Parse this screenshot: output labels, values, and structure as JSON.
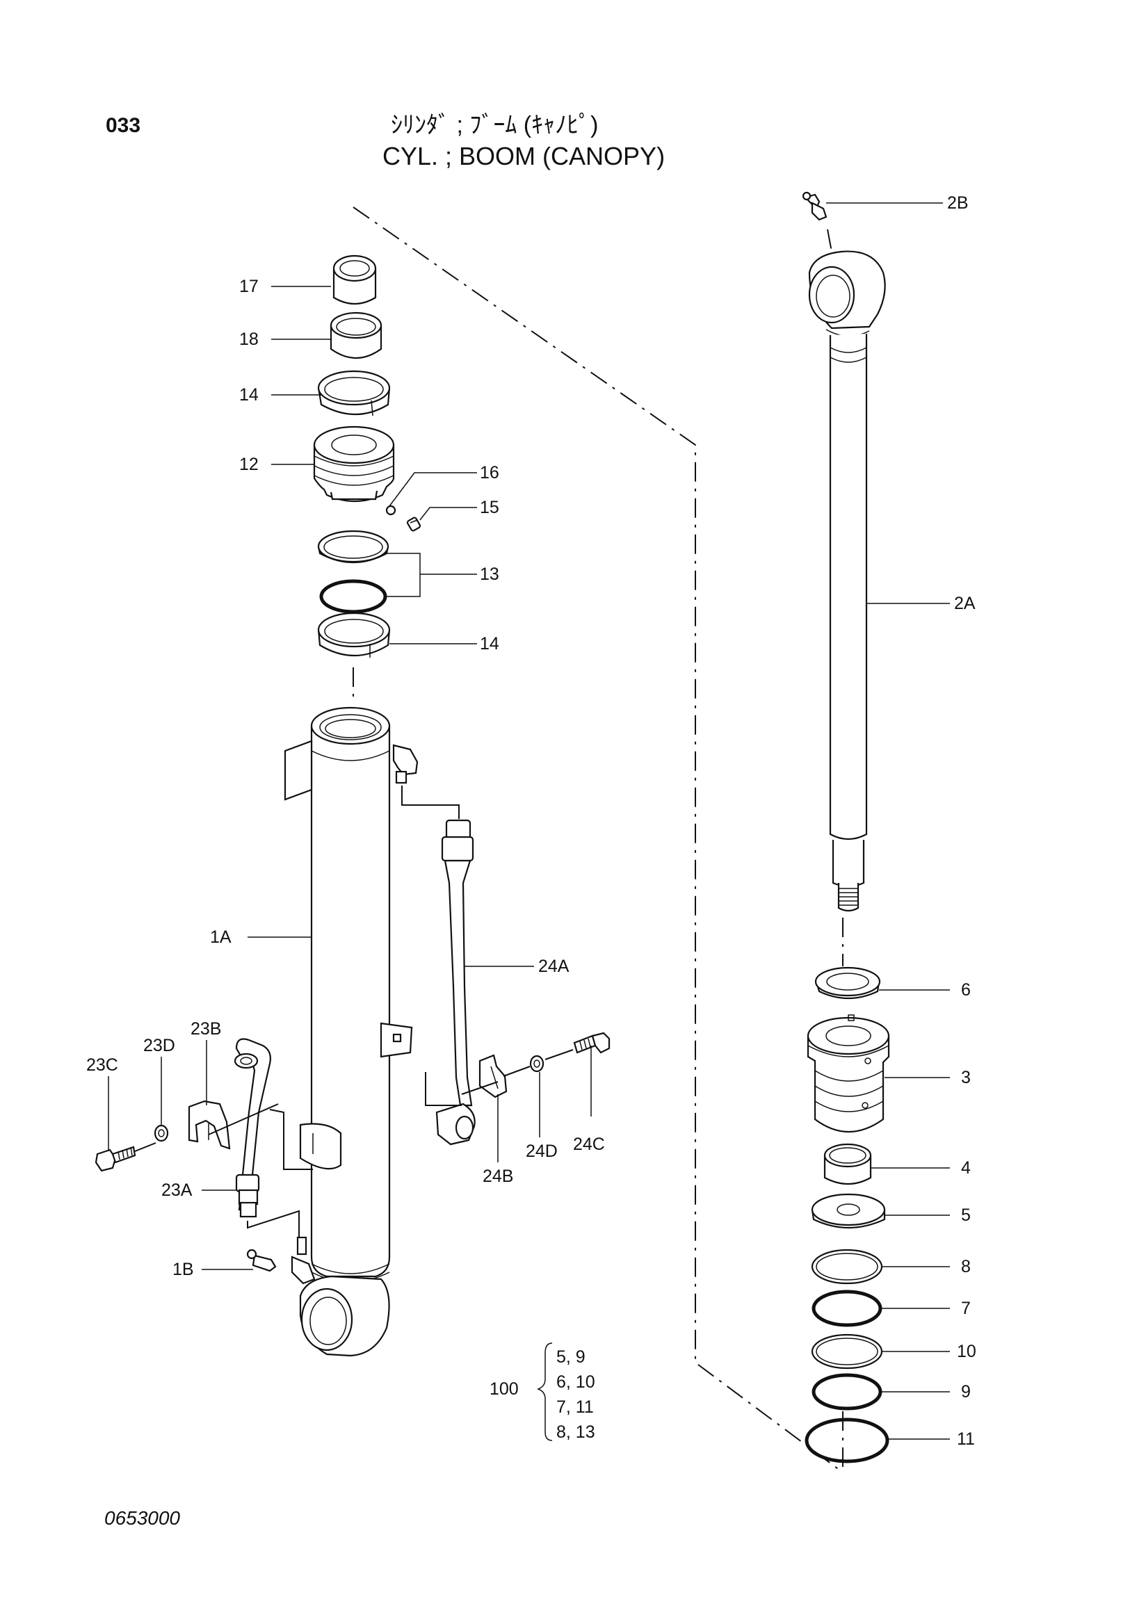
{
  "page": {
    "number": "033",
    "title_jp": "ｼﾘﾝﾀﾞ ; ﾌﾞｰﾑ (ｷｬﾉﾋﾟ)",
    "title_en": "CYL. ; BOOM (CANOPY)",
    "doc_number": "0653000"
  },
  "labels": {
    "p17": "17",
    "p18": "18",
    "p14a": "14",
    "p12": "12",
    "p16": "16",
    "p15": "15",
    "p13": "13",
    "p14b": "14",
    "p1A": "1A",
    "p1B": "1B",
    "p23A": "23A",
    "p23B": "23B",
    "p23C": "23C",
    "p23D": "23D",
    "p24A": "24A",
    "p24B": "24B",
    "p24C": "24C",
    "p24D": "24D",
    "p2A": "2A",
    "p2B": "2B",
    "p6": "6",
    "p3": "3",
    "p4": "4",
    "p5": "5",
    "p8": "8",
    "p7": "7",
    "p10": "10",
    "p9": "9",
    "p11": "11"
  },
  "kit": {
    "number": "100",
    "rows": [
      "5,  9",
      "6,  10",
      "7,  11",
      "8,  13"
    ]
  }
}
